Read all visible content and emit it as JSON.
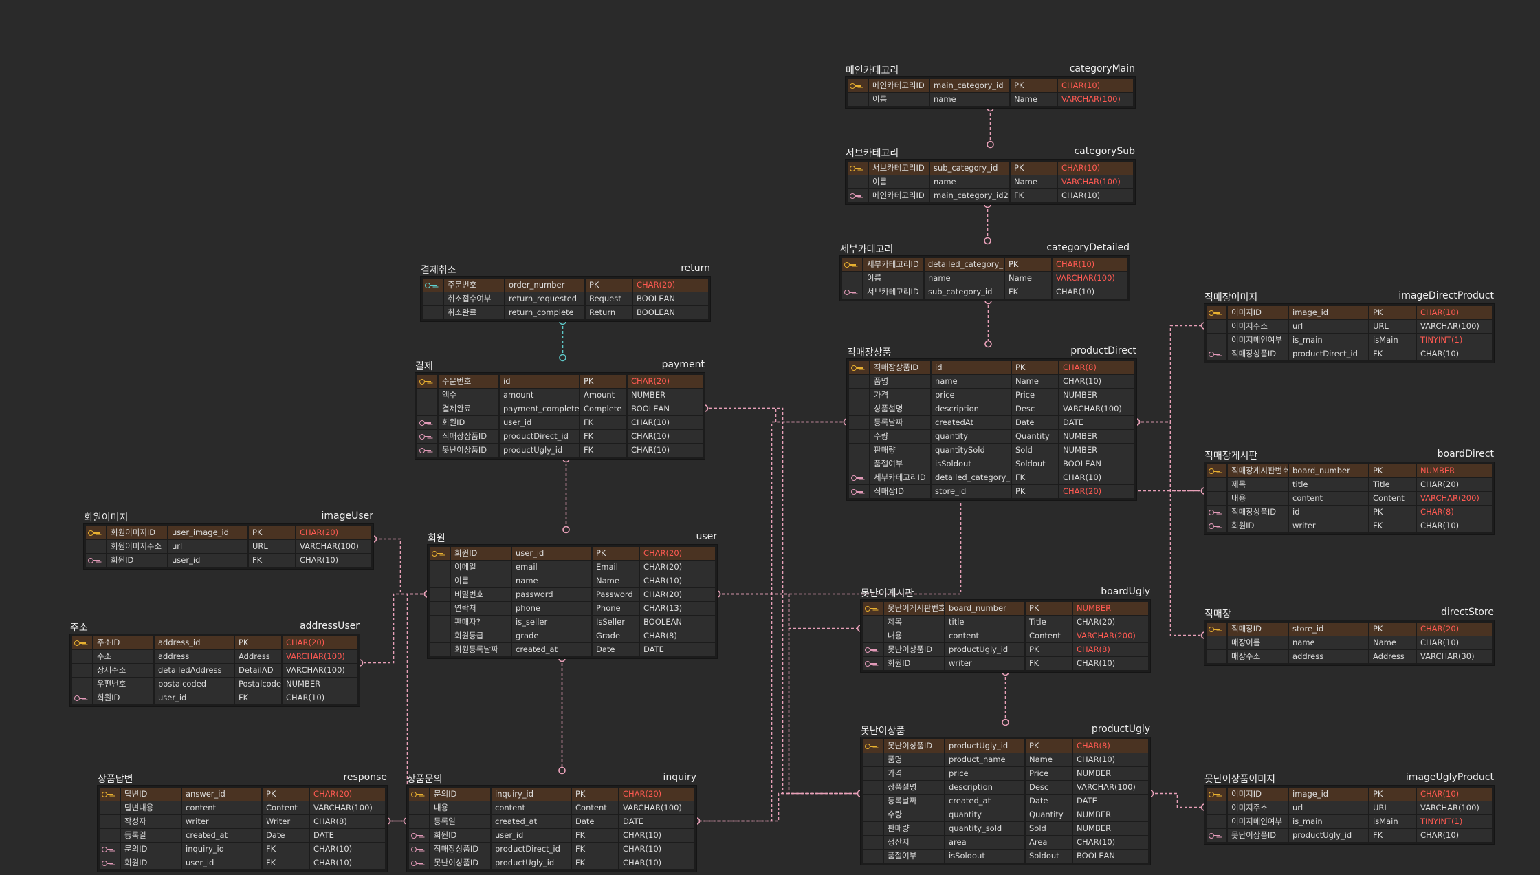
{
  "colors": {
    "background": "#2a2a2a",
    "pk_row": "#4a3322",
    "relation_line": "#e8a0b8",
    "relation_line_teal": "#5ec8c8",
    "type_highlight": "#ff5a52",
    "pk_key": "#e8b030",
    "fk_key": "#e29ab8"
  },
  "tables": [
    {
      "id": "categoryMain",
      "kname": "메인카테고리",
      "ename": "categoryMain",
      "rows": [
        [
          "pk",
          "메인카테고리ID",
          "main_category_id",
          "PK",
          "CHAR(10)",
          1
        ],
        [
          "",
          "이름",
          "name",
          "Name",
          "VARCHAR(100)",
          1
        ]
      ]
    },
    {
      "id": "categorySub",
      "kname": "서브카테고리",
      "ename": "categorySub",
      "rows": [
        [
          "pk",
          "서브카테고리ID",
          "sub_category_id",
          "PK",
          "CHAR(10)",
          1
        ],
        [
          "",
          "이름",
          "name",
          "Name",
          "VARCHAR(100)",
          1
        ],
        [
          "fk",
          "메인카테고리ID",
          "main_category_id2",
          "FK",
          "CHAR(10)",
          0
        ]
      ]
    },
    {
      "id": "categoryDetailed",
      "kname": "세부카테고리",
      "ename": "categoryDetailed",
      "rows": [
        [
          "pk",
          "세부카테고리ID",
          "detailed_category_id",
          "PK",
          "CHAR(10)",
          1
        ],
        [
          "",
          "이름",
          "name",
          "Name",
          "VARCHAR(100)",
          1
        ],
        [
          "fk",
          "서브카테고리ID",
          "sub_category_id",
          "FK",
          "CHAR(10)",
          0
        ]
      ]
    },
    {
      "id": "return",
      "kname": "결제취소",
      "ename": "return",
      "rows": [
        [
          "tl",
          "주문번호",
          "order_number",
          "PK",
          "CHAR(20)",
          1
        ],
        [
          "",
          "취소접수여부",
          "return_requested",
          "Request",
          "BOOLEAN",
          0
        ],
        [
          "",
          "취소완료",
          "return_complete",
          "Return",
          "BOOLEAN",
          0
        ]
      ]
    },
    {
      "id": "payment",
      "kname": "결제",
      "ename": "payment",
      "rows": [
        [
          "pk",
          "주문번호",
          "id",
          "PK",
          "CHAR(20)",
          1
        ],
        [
          "",
          "액수",
          "amount",
          "Amount",
          "NUMBER",
          0
        ],
        [
          "",
          "결제완료",
          "payment_complete",
          "Complete",
          "BOOLEAN",
          0
        ],
        [
          "fk",
          "회원ID",
          "user_id",
          "FK",
          "CHAR(10)",
          0
        ],
        [
          "fk",
          "직매장상품ID",
          "productDirect_id",
          "FK",
          "CHAR(10)",
          0
        ],
        [
          "fk",
          "못난이상품ID",
          "productUgly_id",
          "FK",
          "CHAR(10)",
          0
        ]
      ]
    },
    {
      "id": "productDirect",
      "kname": "직매장상품",
      "ename": "productDirect",
      "rows": [
        [
          "pk",
          "직매장상품ID",
          "id",
          "PK",
          "CHAR(8)",
          1
        ],
        [
          "",
          "품명",
          "name",
          "Name",
          "CHAR(10)",
          0
        ],
        [
          "",
          "가격",
          "price",
          "Price",
          "NUMBER",
          0
        ],
        [
          "",
          "상품설명",
          "description",
          "Desc",
          "VARCHAR(100)",
          0
        ],
        [
          "",
          "등록날짜",
          "createdAt",
          "Date",
          "DATE",
          0
        ],
        [
          "",
          "수량",
          "quantity",
          "Quantity",
          "NUMBER",
          0
        ],
        [
          "",
          "판매량",
          "quantitySold",
          "Sold",
          "NUMBER",
          0
        ],
        [
          "",
          "품절여부",
          "isSoldout",
          "Soldout",
          "BOOLEAN",
          0
        ],
        [
          "fk",
          "세부카테고리ID",
          "detailed_category_id",
          "FK",
          "CHAR(10)",
          0
        ],
        [
          "fk",
          "직매장ID",
          "store_id",
          "PK",
          "CHAR(20)",
          1
        ]
      ]
    },
    {
      "id": "imageDirectProduct",
      "kname": "직매장이미지",
      "ename": "imageDirectProduct",
      "rows": [
        [
          "pk",
          "이미지ID",
          "image_id",
          "PK",
          "CHAR(10)",
          1
        ],
        [
          "",
          "이미지주소",
          "url",
          "URL",
          "VARCHAR(100)",
          0
        ],
        [
          "",
          "이미지메인여부",
          "is_main",
          "isMain",
          "TINYINT(1)",
          1
        ],
        [
          "fk",
          "직매장상품ID",
          "productDirect_id",
          "FK",
          "CHAR(10)",
          0
        ]
      ]
    },
    {
      "id": "boardDirect",
      "kname": "직매장게시판",
      "ename": "boardDirect",
      "rows": [
        [
          "pk",
          "직매장게시판번호",
          "board_number",
          "PK",
          "NUMBER",
          1
        ],
        [
          "",
          "제목",
          "title",
          "Title",
          "CHAR(20)",
          0
        ],
        [
          "",
          "내용",
          "content",
          "Content",
          "VARCHAR(200)",
          1
        ],
        [
          "fk",
          "직매장상품ID",
          "id",
          "PK",
          "CHAR(8)",
          1
        ],
        [
          "fk",
          "회원ID",
          "writer",
          "FK",
          "CHAR(10)",
          0
        ]
      ]
    },
    {
      "id": "imageUser",
      "kname": "회원이미지",
      "ename": "imageUser",
      "rows": [
        [
          "pk",
          "회원이미지ID",
          "user_image_id",
          "PK",
          "CHAR(20)",
          1
        ],
        [
          "",
          "회원이미지주소",
          "url",
          "URL",
          "VARCHAR(100)",
          0
        ],
        [
          "fk",
          "회원ID",
          "user_id",
          "FK",
          "CHAR(10)",
          0
        ]
      ]
    },
    {
      "id": "user",
      "kname": "회원",
      "ename": "user",
      "rows": [
        [
          "pk",
          "회원ID",
          "user_id",
          "PK",
          "CHAR(20)",
          1
        ],
        [
          "",
          "이메일",
          "email",
          "Email",
          "CHAR(20)",
          0
        ],
        [
          "",
          "이름",
          "name",
          "Name",
          "CHAR(10)",
          0
        ],
        [
          "",
          "비밀번호",
          "password",
          "Password",
          "CHAR(20)",
          0
        ],
        [
          "",
          "연락처",
          "phone",
          "Phone",
          "CHAR(13)",
          0
        ],
        [
          "",
          "판매자?",
          "is_seller",
          "IsSeller",
          "BOOLEAN",
          0
        ],
        [
          "",
          "회원등급",
          "grade",
          "Grade",
          "CHAR(8)",
          0
        ],
        [
          "",
          "회원등록날짜",
          "created_at",
          "Date",
          "DATE",
          0
        ]
      ]
    },
    {
      "id": "addressUser",
      "kname": "주소",
      "ename": "addressUser",
      "rows": [
        [
          "pk",
          "주소ID",
          "address_id",
          "PK",
          "CHAR(20)",
          1
        ],
        [
          "",
          "주소",
          "address",
          "Address",
          "VARCHAR(100)",
          1
        ],
        [
          "",
          "상세주소",
          "detailedAddress",
          "DetailAD",
          "VARCHAR(100)",
          0
        ],
        [
          "",
          "우편번호",
          "postalcoded",
          "Postalcode",
          "NUMBER",
          0
        ],
        [
          "fk",
          "회원ID",
          "user_id",
          "FK",
          "CHAR(10)",
          0
        ]
      ]
    },
    {
      "id": "boardUgly",
      "kname": "못난이게시판",
      "ename": "boardUgly",
      "rows": [
        [
          "pk",
          "못난이게시판번호",
          "board_number",
          "PK",
          "NUMBER",
          1
        ],
        [
          "",
          "제목",
          "title",
          "Title",
          "CHAR(20)",
          0
        ],
        [
          "",
          "내용",
          "content",
          "Content",
          "VARCHAR(200)",
          1
        ],
        [
          "fk",
          "못난이상품ID",
          "productUgly_id",
          "PK",
          "CHAR(8)",
          1
        ],
        [
          "fk",
          "회원ID",
          "writer",
          "FK",
          "CHAR(10)",
          0
        ]
      ]
    },
    {
      "id": "directStore",
      "kname": "직매장",
      "ename": "directStore",
      "rows": [
        [
          "pk",
          "직매장ID",
          "store_id",
          "PK",
          "CHAR(20)",
          1
        ],
        [
          "",
          "매장이름",
          "name",
          "Name",
          "CHAR(10)",
          0
        ],
        [
          "",
          "매장주소",
          "address",
          "Address",
          "VARCHAR(30)",
          0
        ]
      ]
    },
    {
      "id": "productUgly",
      "kname": "못난이상품",
      "ename": "productUgly",
      "rows": [
        [
          "pk",
          "못난이상품ID",
          "productUgly_id",
          "PK",
          "CHAR(8)",
          1
        ],
        [
          "",
          "품명",
          "product_name",
          "Name",
          "CHAR(10)",
          0
        ],
        [
          "",
          "가격",
          "price",
          "Price",
          "NUMBER",
          0
        ],
        [
          "",
          "상품설명",
          "description",
          "Desc",
          "VARCHAR(100)",
          0
        ],
        [
          "",
          "등록날짜",
          "created_at",
          "Date",
          "DATE",
          0
        ],
        [
          "",
          "수량",
          "quantity",
          "Quantity",
          "NUMBER",
          0
        ],
        [
          "",
          "판매량",
          "quantity_sold",
          "Sold",
          "NUMBER",
          0
        ],
        [
          "",
          "생산지",
          "area",
          "Area",
          "CHAR(10)",
          0
        ],
        [
          "",
          "품절여부",
          "isSoldout",
          "Soldout",
          "BOOLEAN",
          0
        ]
      ]
    },
    {
      "id": "response",
      "kname": "상품답변",
      "ename": "response",
      "rows": [
        [
          "pk",
          "답변ID",
          "answer_id",
          "PK",
          "CHAR(20)",
          1
        ],
        [
          "",
          "답변내용",
          "content",
          "Content",
          "VARCHAR(100)",
          0
        ],
        [
          "",
          "작성자",
          "writer",
          "Writer",
          "CHAR(8)",
          0
        ],
        [
          "",
          "등록일",
          "created_at",
          "Date",
          "DATE",
          0
        ],
        [
          "fk",
          "문의ID",
          "inquiry_id",
          "FK",
          "CHAR(10)",
          0
        ],
        [
          "fk",
          "회원ID",
          "user_id",
          "FK",
          "CHAR(10)",
          0
        ]
      ]
    },
    {
      "id": "inquiry",
      "kname": "상품문의",
      "ename": "inquiry",
      "rows": [
        [
          "pk",
          "문의ID",
          "inquiry_id",
          "PK",
          "CHAR(20)",
          1
        ],
        [
          "",
          "내용",
          "content",
          "Content",
          "VARCHAR(100)",
          0
        ],
        [
          "",
          "등록일",
          "created_at",
          "Date",
          "DATE",
          0
        ],
        [
          "fk",
          "회원ID",
          "user_id",
          "FK",
          "CHAR(10)",
          0
        ],
        [
          "fk",
          "직매장상품ID",
          "productDirect_id",
          "FK",
          "CHAR(10)",
          0
        ],
        [
          "fk",
          "못난이상품ID",
          "productUgly_id",
          "FK",
          "CHAR(10)",
          0
        ]
      ]
    },
    {
      "id": "imageUglyProduct",
      "kname": "못난이상품이미지",
      "ename": "imageUglyProduct",
      "rows": [
        [
          "pk",
          "이미지ID",
          "image_id",
          "PK",
          "CHAR(10)",
          1
        ],
        [
          "",
          "이미지주소",
          "url",
          "URL",
          "VARCHAR(100)",
          0
        ],
        [
          "",
          "이미지메인여부",
          "is_main",
          "isMain",
          "TINYINT(1)",
          1
        ],
        [
          "fk",
          "못난이상품ID",
          "productUgly_id",
          "FK",
          "CHAR(10)",
          0
        ]
      ]
    }
  ],
  "relations": [
    [
      "categoryMain",
      "categorySub"
    ],
    [
      "categorySub",
      "categoryDetailed"
    ],
    [
      "categoryDetailed",
      "productDirect"
    ],
    [
      "return",
      "payment"
    ],
    [
      "payment",
      "productDirect"
    ],
    [
      "payment",
      "user"
    ],
    [
      "payment",
      "productUgly"
    ],
    [
      "productDirect",
      "imageDirectProduct"
    ],
    [
      "productDirect",
      "boardDirect"
    ],
    [
      "productDirect",
      "directStore"
    ],
    [
      "productDirect",
      "inquiry"
    ],
    [
      "user",
      "imageUser"
    ],
    [
      "user",
      "addressUser"
    ],
    [
      "user",
      "boardUgly"
    ],
    [
      "user",
      "boardDirect"
    ],
    [
      "user",
      "productUgly"
    ],
    [
      "user",
      "inquiry"
    ],
    [
      "user",
      "response"
    ],
    [
      "boardUgly",
      "productUgly"
    ],
    [
      "productUgly",
      "inquiry"
    ],
    [
      "productUgly",
      "imageUglyProduct"
    ],
    [
      "inquiry",
      "response"
    ]
  ]
}
